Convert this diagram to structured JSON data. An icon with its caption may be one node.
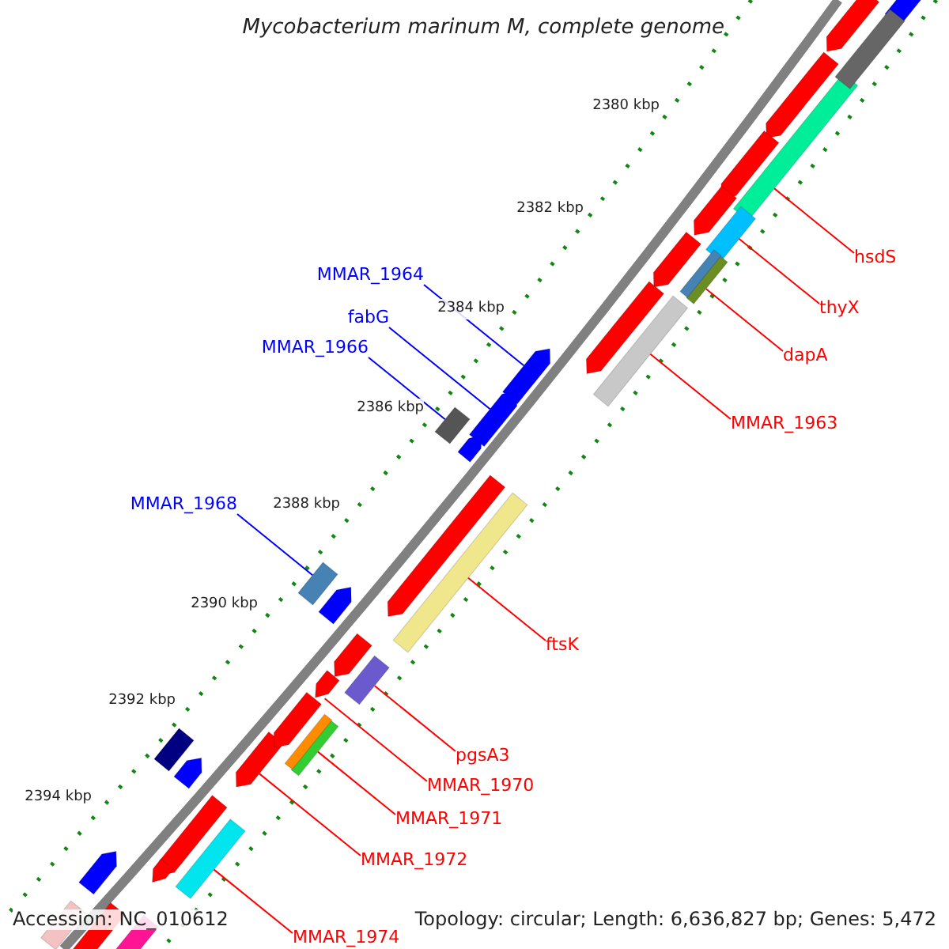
{
  "diagram": {
    "title": "Mycobacterium marinum M, complete genome",
    "nodes": [
      {
        "text": [
          "hsdS"
        ]
      },
      {
        "text": [
          "MMAR_1964"
        ]
      },
      {
        "text": [
          "thyX"
        ]
      },
      {
        "text": [
          "fabG"
        ]
      },
      {
        "text": [
          "dapA"
        ]
      },
      {
        "text": [
          "MMAR_1966"
        ]
      },
      {
        "text": [
          "MMAR_1963"
        ]
      },
      {
        "text": [
          "MMAR_1968"
        ]
      },
      {
        "text": [
          "ftsK"
        ]
      },
      {
        "text": [
          "pgsA3"
        ]
      },
      {
        "text": [
          "MMAR_1970"
        ]
      },
      {
        "text": [
          "MMAR_1971"
        ]
      },
      {
        "text": [
          "MMAR_1972"
        ]
      },
      {
        "text": [
          "MMAR_1974"
        ]
      },
      {
        "text": [],
        "shape": "bar"
      },
      {
        "text": [],
        "shape": "pentagon"
      },
      {
        "text": [],
        "shape": "bar"
      },
      {
        "text": [],
        "shape": "pentagon"
      },
      {
        "text": [],
        "shape": "bar"
      },
      {
        "text": [],
        "shape": "box"
      },
      {
        "text": [],
        "shape": "bar"
      },
      {
        "text": [],
        "shape": "box"
      },
      {
        "text": [],
        "shape": "bar"
      },
      {
        "text": [],
        "shape": "box"
      },
      {
        "text": [],
        "shape": "pentagon"
      },
      {
        "text": [],
        "shape": "bar"
      },
      {
        "text": [],
        "shape": "pentagon"
      },
      {
        "text": [],
        "shape": "bar"
      },
      {
        "text": [],
        "shape": "bar"
      },
      {
        "text": [],
        "shape": "pentagon"
      },
      {
        "text": [],
        "shape": "bar"
      },
      {
        "text": [],
        "shape": "pentagon"
      },
      {
        "text": [],
        "shape": "pentagon"
      },
      {
        "text": [],
        "shape": "pentagon"
      },
      {
        "text": [],
        "shape": "pentagon"
      },
      {
        "text": [],
        "shape": "bar"
      },
      {
        "text": [],
        "shape": "pentagon"
      },
      {
        "text": [],
        "shape": "pentagon"
      },
      {
        "text": [],
        "shape": "pentagon"
      },
      {
        "text": [],
        "shape": "pentagon"
      },
      {
        "text": [],
        "shape": "pentagon"
      },
      {
        "text": [],
        "shape": "pentagon"
      },
      {
        "text": [],
        "shape": "bar"
      },
      {
        "text": [],
        "shape": "bar"
      },
      {
        "text": [],
        "shape": "pentagon"
      },
      {
        "text": [],
        "shape": "pentagon"
      },
      {
        "text": [],
        "shape": "pentagon"
      },
      {
        "text": [],
        "shape": "pentagon"
      },
      {
        "text": [],
        "shape": "bar"
      },
      {
        "text": [],
        "shape": "bar"
      },
      {
        "text": [],
        "shape": "bar"
      }
    ],
    "edges": [
      {
        "from": 0,
        "to": 14,
        "arrow": "none"
      },
      {
        "from": 1,
        "to": 15,
        "arrow": "none",
        "color": "#0000ff"
      },
      {
        "from": 2,
        "to": 16,
        "arrow": "none"
      },
      {
        "from": 3,
        "to": 17,
        "arrow": "none",
        "color": "#0000ff"
      },
      {
        "from": 4,
        "to": 18,
        "arrow": "none"
      },
      {
        "from": 5,
        "to": 19,
        "arrow": "none",
        "color": "#0000ff"
      },
      {
        "from": 6,
        "to": 20,
        "arrow": "none"
      },
      {
        "from": 7,
        "to": 21,
        "arrow": "none",
        "color": "#0000ff"
      },
      {
        "from": 8,
        "to": 22,
        "arrow": "none"
      },
      {
        "from": 9,
        "to": 23,
        "arrow": "none"
      },
      {
        "from": 10,
        "to": 24,
        "arrow": "none"
      },
      {
        "from": 11,
        "to": 25,
        "arrow": "none"
      },
      {
        "from": 12,
        "to": 26,
        "arrow": "none"
      },
      {
        "from": 13,
        "to": 27,
        "arrow": "none"
      }
    ],
    "labels": [
      "2380 kbp",
      "2382 kbp",
      "2384 kbp",
      "2386 kbp",
      "2388 kbp",
      "2390 kbp",
      "2392 kbp",
      "2394 kbp",
      "Accession: NC_010612",
      "Topology: circular; Length: 6,636,827 bp; Genes: 5,472"
    ]
  }
}
